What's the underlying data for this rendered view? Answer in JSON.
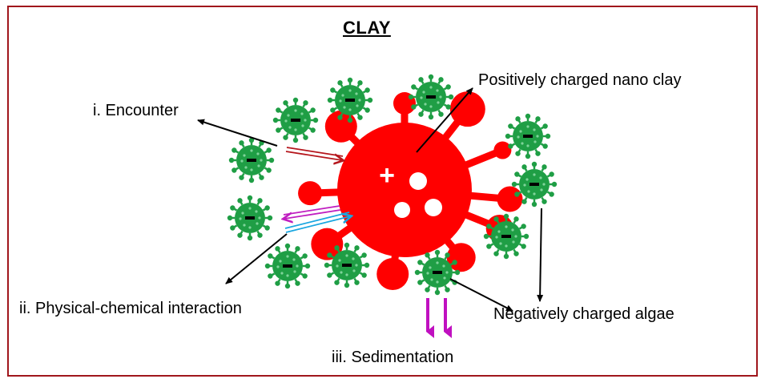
{
  "title": "CLAY",
  "labels": {
    "encounter": "i. Encounter",
    "physical_chemical": "ii. Physical-chemical interaction",
    "sedimentation": "iii. Sedimentation",
    "nano_clay": "Positively charged nano clay",
    "algae": "Negatively charged algae"
  },
  "symbols": {
    "positive": "+",
    "negative": "-"
  },
  "colors": {
    "frame": "#a0161c",
    "clay": "#ff0000",
    "algae": "#1f9e45",
    "encounter_arrow": "#b5161c",
    "interaction_arrow_out": "#c01ec0",
    "interaction_arrow_in": "#19a6e0",
    "sedimentation_arrow": "#c010c0"
  }
}
